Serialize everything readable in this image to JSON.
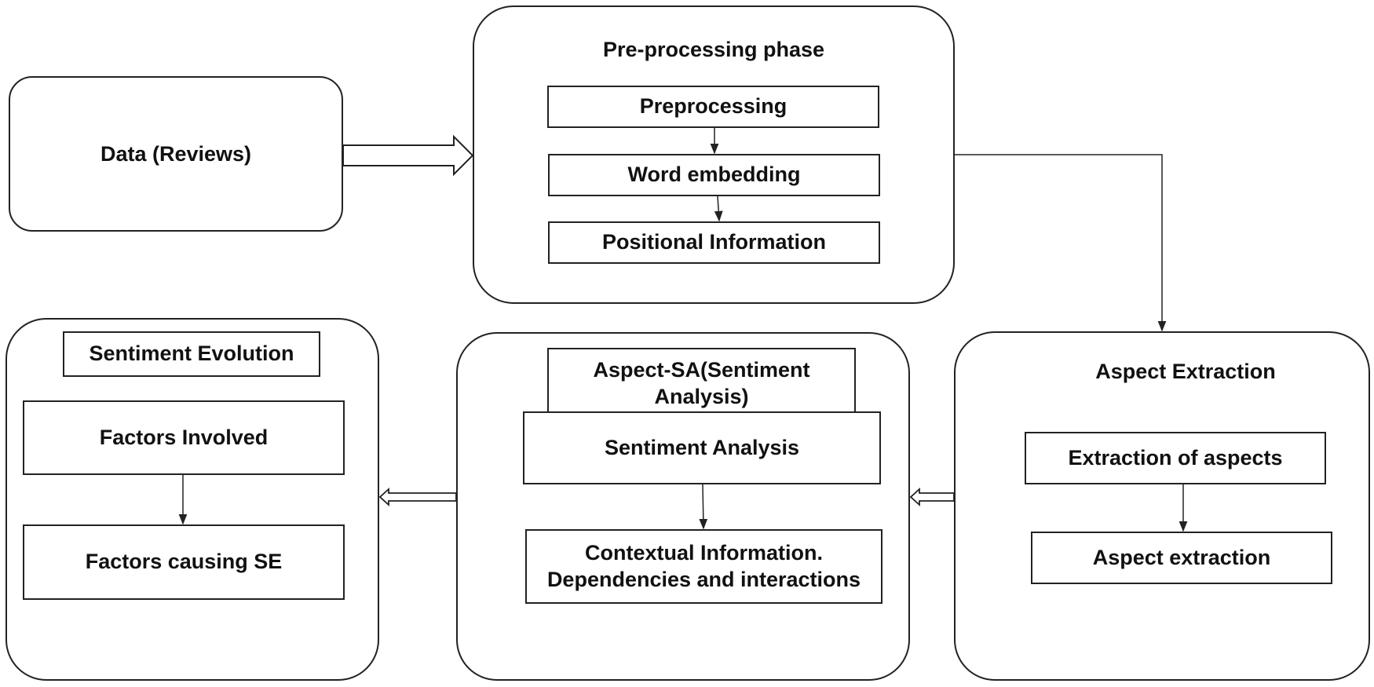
{
  "data_node": {
    "label": "Data (Reviews)"
  },
  "preprocessing": {
    "title": "Pre-processing phase",
    "steps": [
      "Preprocessing",
      "Word embedding",
      "Positional Information"
    ]
  },
  "aspect_extraction": {
    "title": "Aspect Extraction",
    "steps": [
      "Extraction of aspects",
      "Aspect extraction"
    ]
  },
  "aspect_sa": {
    "title": "Aspect-SA(Sentiment Analysis)",
    "steps": [
      "Sentiment Analysis",
      "Contextual Information. Dependencies and interactions"
    ]
  },
  "sentiment_evolution": {
    "title": "Sentiment Evolution",
    "steps": [
      "Factors Involved",
      "Factors causing SE"
    ]
  }
}
